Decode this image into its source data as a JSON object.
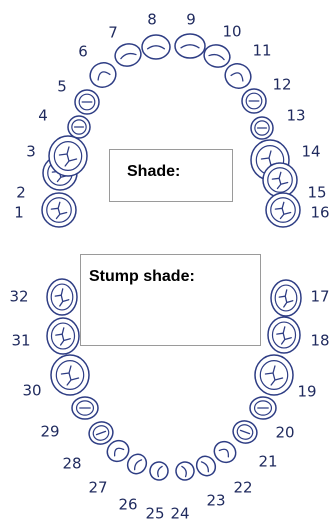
{
  "teeth": [
    {
      "number": "1",
      "type": "molar"
    },
    {
      "number": "2",
      "type": "molar"
    },
    {
      "number": "3",
      "type": "molar"
    },
    {
      "number": "4",
      "type": "premolar"
    },
    {
      "number": "5",
      "type": "premolar"
    },
    {
      "number": "6",
      "type": "canine"
    },
    {
      "number": "7",
      "type": "incisor"
    },
    {
      "number": "8",
      "type": "incisor"
    },
    {
      "number": "9",
      "type": "incisor"
    },
    {
      "number": "10",
      "type": "incisor"
    },
    {
      "number": "11",
      "type": "canine"
    },
    {
      "number": "12",
      "type": "premolar"
    },
    {
      "number": "13",
      "type": "premolar"
    },
    {
      "number": "14",
      "type": "molar"
    },
    {
      "number": "15",
      "type": "molar"
    },
    {
      "number": "16",
      "type": "molar"
    },
    {
      "number": "17",
      "type": "molar"
    },
    {
      "number": "18",
      "type": "molar"
    },
    {
      "number": "19",
      "type": "molar"
    },
    {
      "number": "20",
      "type": "premolar"
    },
    {
      "number": "21",
      "type": "premolar"
    },
    {
      "number": "22",
      "type": "canine"
    },
    {
      "number": "23",
      "type": "incisor"
    },
    {
      "number": "24",
      "type": "incisor"
    },
    {
      "number": "25",
      "type": "incisor"
    },
    {
      "number": "26",
      "type": "incisor"
    },
    {
      "number": "27",
      "type": "canine"
    },
    {
      "number": "28",
      "type": "premolar"
    },
    {
      "number": "29",
      "type": "premolar"
    },
    {
      "number": "30",
      "type": "molar"
    },
    {
      "number": "31",
      "type": "molar"
    },
    {
      "number": "32",
      "type": "molar"
    }
  ],
  "shade_box": {
    "label": "Shade:"
  },
  "stump_shade_box": {
    "label": "Stump shade:"
  },
  "colors": {
    "outline": "#2e3d84",
    "number": "#1f2a5e",
    "box_border": "#9a9a9a"
  }
}
